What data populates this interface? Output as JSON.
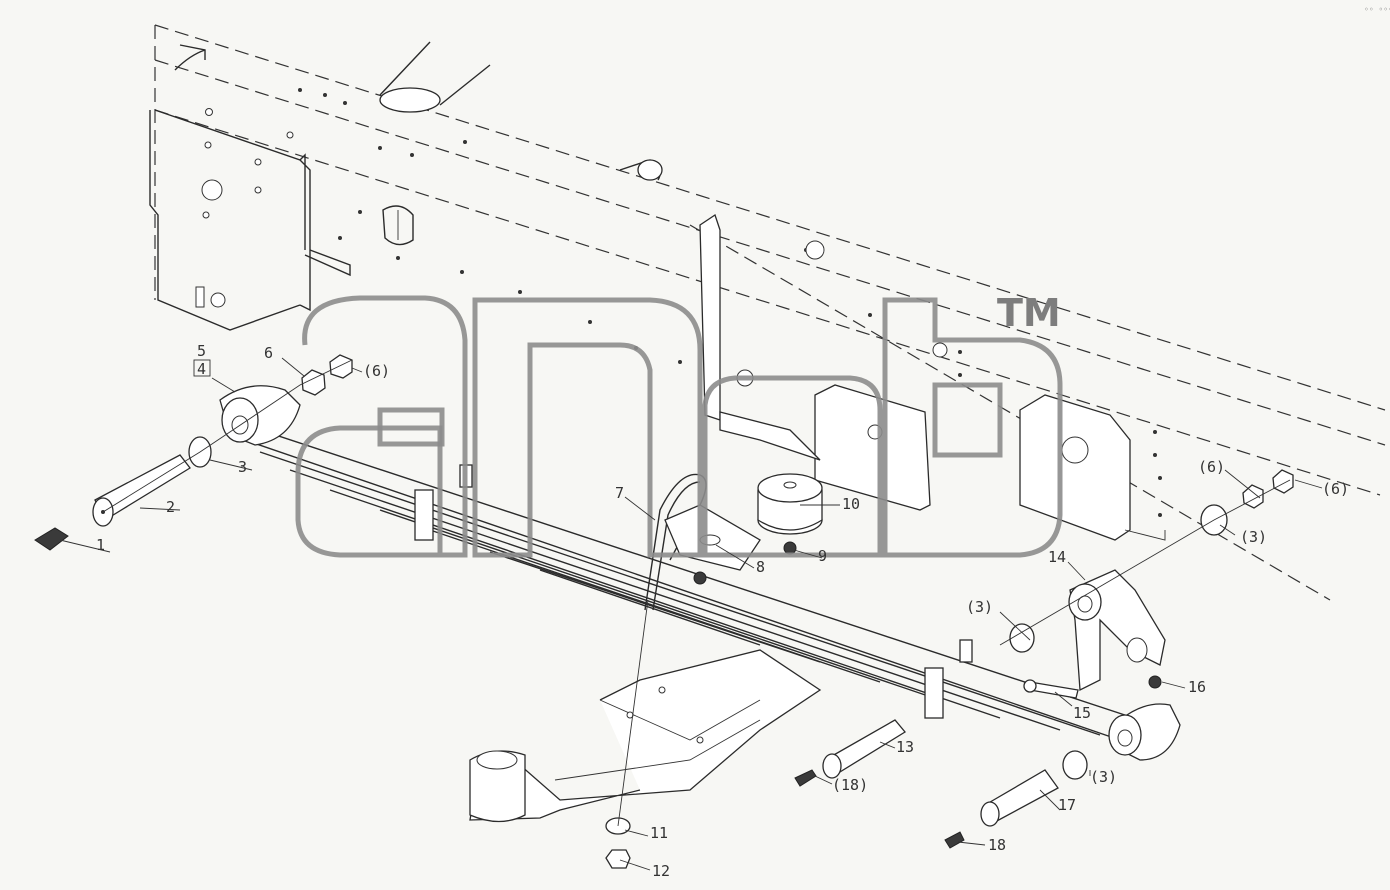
{
  "watermark": {
    "brand": "ania",
    "trademark": "TM"
  },
  "corner_mark": "◦◦ ◦◦◦",
  "callouts": [
    {
      "id": "c1",
      "text": "1"
    },
    {
      "id": "c2",
      "text": "2"
    },
    {
      "id": "c3a",
      "text": "3"
    },
    {
      "id": "c4",
      "text": "4"
    },
    {
      "id": "c5",
      "text": "5"
    },
    {
      "id": "c6a",
      "text": "6"
    },
    {
      "id": "c6b",
      "text": "(6)"
    },
    {
      "id": "c7",
      "text": "7"
    },
    {
      "id": "c8",
      "text": "8"
    },
    {
      "id": "c9",
      "text": "9"
    },
    {
      "id": "c10",
      "text": "10"
    },
    {
      "id": "c11",
      "text": "11"
    },
    {
      "id": "c12",
      "text": "12"
    },
    {
      "id": "c13",
      "text": "13"
    },
    {
      "id": "c14",
      "text": "14"
    },
    {
      "id": "c15",
      "text": "15"
    },
    {
      "id": "c16",
      "text": "16"
    },
    {
      "id": "c17",
      "text": "17"
    },
    {
      "id": "c18a",
      "text": "18"
    },
    {
      "id": "c18b",
      "text": "(18)"
    },
    {
      "id": "c3b",
      "text": "(3)"
    },
    {
      "id": "c3c",
      "text": "(3)"
    },
    {
      "id": "c3d",
      "text": "(3)"
    },
    {
      "id": "c6c",
      "text": "(6)"
    },
    {
      "id": "c6d",
      "text": "(6)"
    }
  ]
}
